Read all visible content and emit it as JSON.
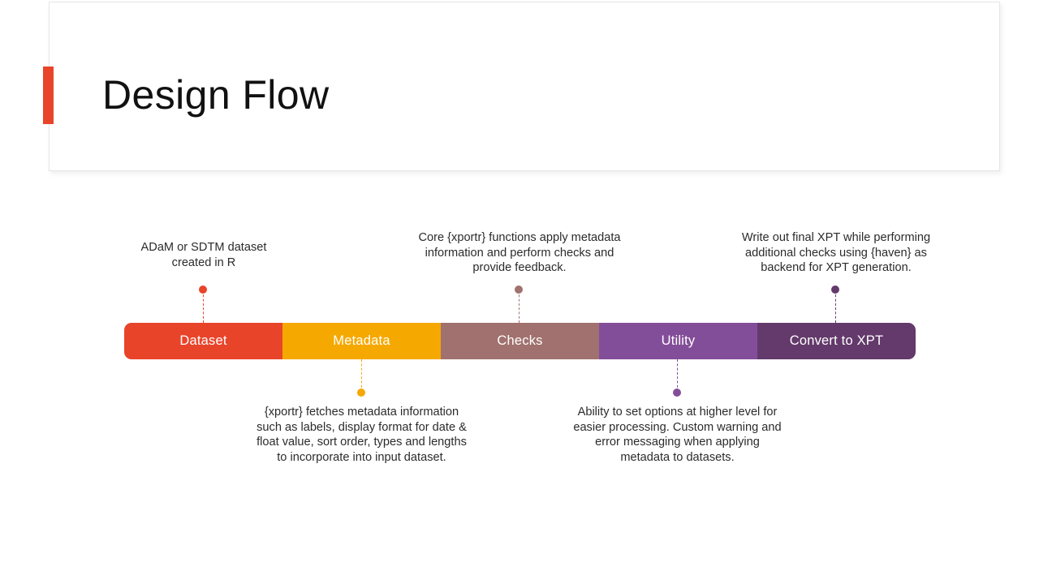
{
  "slide": {
    "title": "Design Flow",
    "accent_color": "#e8442a",
    "background": "#ffffff"
  },
  "flow": {
    "segments": [
      {
        "label": "Dataset",
        "color": "#e8442a"
      },
      {
        "label": "Metadata",
        "color": "#f5a800"
      },
      {
        "label": "Checks",
        "color": "#a0716e"
      },
      {
        "label": "Utility",
        "color": "#834e99"
      },
      {
        "label": "Convert to XPT",
        "color": "#633a6b"
      }
    ]
  },
  "callouts": {
    "dataset": {
      "position": "above",
      "color": "#e8442a",
      "lines": [
        "ADaM or SDTM dataset",
        "created in R"
      ]
    },
    "metadata": {
      "position": "below",
      "color": "#f5a800",
      "lines": [
        "{xportr} fetches metadata information",
        "such as labels, display format for date &",
        "float value, sort order, types and lengths",
        "to incorporate  into input dataset."
      ]
    },
    "checks": {
      "position": "above",
      "color": "#a0716e",
      "lines": [
        "Core {xportr} functions apply metadata",
        "information  and perform checks and",
        "provide feedback."
      ]
    },
    "utility": {
      "position": "below",
      "color": "#834e99",
      "lines": [
        "Ability to set options at higher level for",
        "easier processing.  Custom warning and",
        "error messaging when applying",
        "metadata to datasets."
      ]
    },
    "convert": {
      "position": "above",
      "color": "#633a6b",
      "lines": [
        "Write out final XPT while performing",
        "additional  checks using {haven} as",
        "backend for XPT generation."
      ]
    }
  }
}
